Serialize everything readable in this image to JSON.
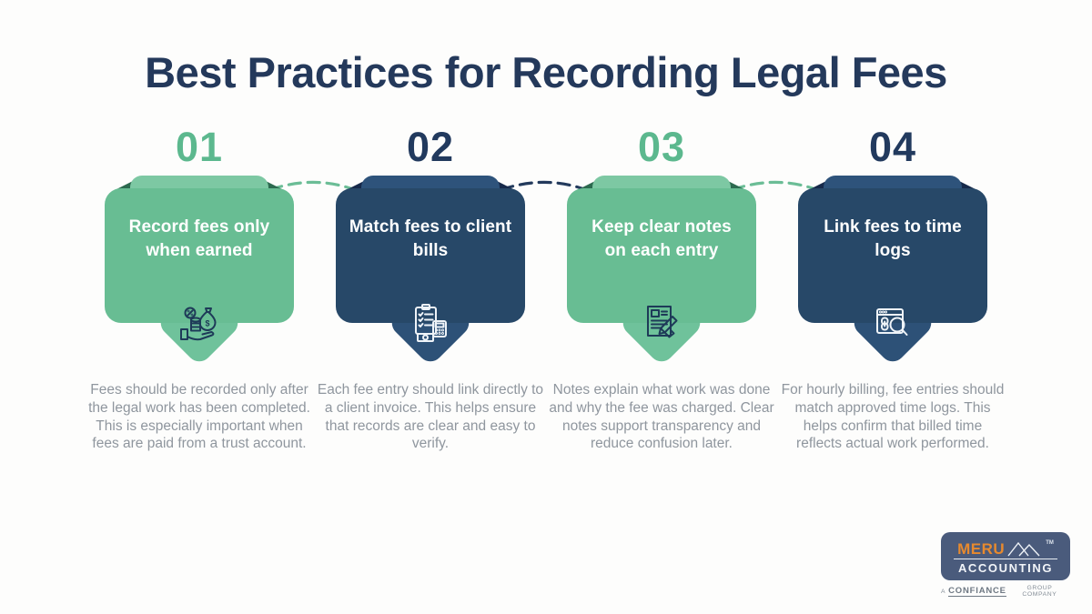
{
  "title": "Best Practices for Recording Legal Fees",
  "steps": [
    {
      "number": "01",
      "theme": "green",
      "heading": "Record fees only when earned",
      "icon": "money-bag-hand-icon",
      "description": "Fees should be recorded only after the legal work has been completed. This is especially important when fees are paid from a trust account."
    },
    {
      "number": "02",
      "theme": "navy",
      "heading": "Match fees to client bills",
      "icon": "clipboard-calculator-icon",
      "description": "Each fee entry should link directly to a client invoice. This helps ensure that records are clear and easy to verify."
    },
    {
      "number": "03",
      "theme": "green",
      "heading": "Keep clear notes on each entry",
      "icon": "document-pen-icon",
      "description": "Notes explain what work was done and why the fee was charged. Clear notes support transparency and reduce confusion later."
    },
    {
      "number": "04",
      "theme": "navy",
      "heading": "Link fees to time logs",
      "icon": "browser-link-search-icon",
      "description": "For hourly billing, fee entries should match approved time logs. This helps confirm that billed time reflects actual work performed."
    }
  ],
  "colors": {
    "title": "#24395b",
    "green_accent": "#5cb88e",
    "navy_accent": "#223a5e",
    "green_card": "#68bd93",
    "navy_card": "#274868",
    "description_text": "#8f969e",
    "logo_box": "#4a5b7c",
    "logo_orange": "#e78a2e"
  },
  "logo": {
    "brand_primary": "MERU",
    "brand_secondary": "ACCOUNTING",
    "trademark": "TM",
    "tagline_prefix": "A",
    "tagline_brand": "CONFIANCE",
    "tagline_suffix": "GROUP COMPANY"
  }
}
